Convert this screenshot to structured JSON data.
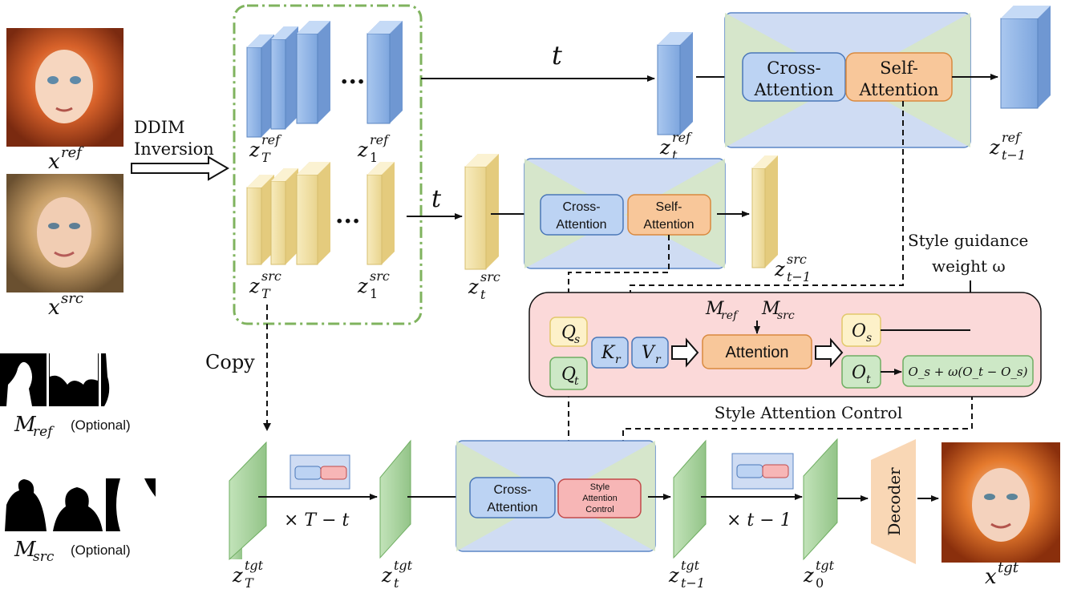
{
  "colors": {
    "ref_plane": "#8fb4e6",
    "src_plane": "#f2e2a6",
    "tgt_plane": "#a9d7a0",
    "cross_attn": "#bcd3f3",
    "self_attn": "#f8c79a",
    "style_ctrl": "#f7b6b6",
    "unet_bg": "#cfdcf3",
    "unet_inner": "#d6e7c6",
    "pink_panel": "#fbd9d9",
    "green_box": "#cde8c6",
    "yellow_box": "#fdf1c9",
    "decoder": "#f9d7b5",
    "dashdot_border": "#7fb35e"
  },
  "inputs": {
    "ref_image_label": "x^{ref}",
    "src_image_label": "x^{src}",
    "ref_image_desc": "stylized portrait with flowing red-orange hair",
    "src_image_desc": "portrait of woman with blonde hair",
    "mask_ref_label": "M_{ref}",
    "mask_src_label": "M_{src}",
    "optional_text": "(Optional)"
  },
  "inversion": {
    "line1": "DDIM",
    "line2": "Inversion",
    "ellipsis": "..."
  },
  "latents": {
    "zT_ref": "z_T^{ref}",
    "z1_ref": "z_1^{ref}",
    "zT_src": "z_T^{src}",
    "z1_src": "z_1^{src}",
    "zt_ref": "z_t^{ref}",
    "zt1_ref": "z_{t-1}^{ref}",
    "zt_src": "z_t^{src}",
    "zt1_src": "z_{t-1}^{src}",
    "zT_tgt": "z_T^{tgt}",
    "zt_tgt": "z_t^{tgt}",
    "zt1_tgt": "z_{t-1}^{tgt}",
    "z0_tgt": "z_0^{tgt}",
    "x_tgt": "x^{tgt}",
    "tgt_image_desc": "output portrait with red-orange hair"
  },
  "arrows": {
    "t_upper": "t",
    "t_middle": "t",
    "copy": "Copy",
    "times_T_minus_t": "× T − t",
    "times_t_minus_1": "× t − 1"
  },
  "blocks": {
    "cross_attention_l1": "Cross-",
    "cross_attention_l2": "Attention",
    "self_attention_l1": "Self-",
    "self_attention_l2": "Attention",
    "style_ctrl_l1": "Style",
    "style_ctrl_l2": "Attention",
    "style_ctrl_l3": "Control",
    "decoder": "Decoder"
  },
  "style_control": {
    "title": "Style Attention Control",
    "guidance_l1": "Style guidance",
    "guidance_l2": "weight ω",
    "Qs": "Q_s",
    "Qt": "Q_t",
    "Kr": "K_r",
    "Vr": "V_r",
    "masks": "M_{ref}  M_{src}",
    "attention": "Attention",
    "Os": "O_s",
    "Ot": "O_t",
    "formula": "O_s + ω(O_t − O_s)"
  }
}
